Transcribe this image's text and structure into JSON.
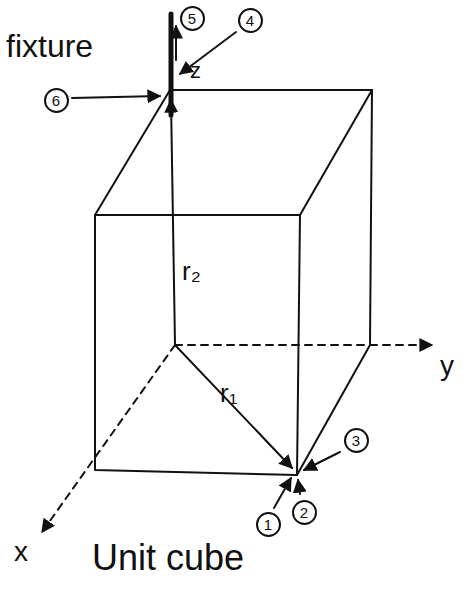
{
  "diagram": {
    "nodes": [
      {
        "text": [
          "5"
        ]
      },
      {
        "text": [
          "4"
        ]
      },
      {
        "text": [
          "6"
        ]
      },
      {
        "text": [
          "1"
        ]
      },
      {
        "text": [
          "2"
        ]
      },
      {
        "text": [
          "3"
        ]
      }
    ],
    "labels": [
      "fixture",
      "z",
      "r₂",
      "r₁",
      "y",
      "x",
      "Unit cube"
    ]
  }
}
